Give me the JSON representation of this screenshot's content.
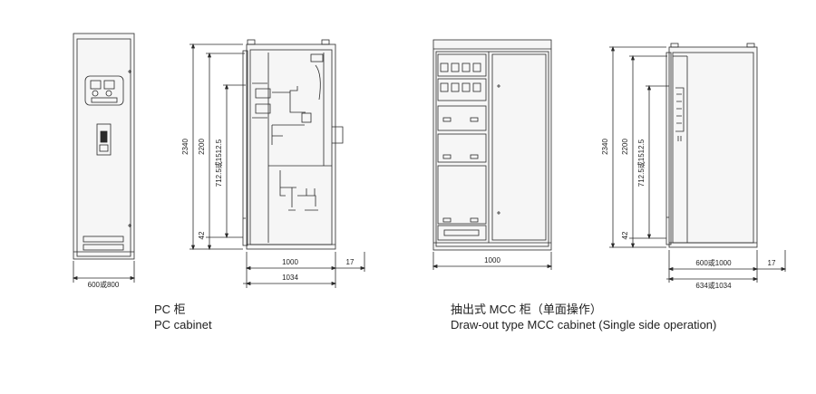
{
  "colors": {
    "line": "#2a2a2a",
    "panel": "#f4f4f4",
    "text": "#222222"
  },
  "pc": {
    "caption_cn": "PC 柜",
    "caption_en": "PC cabinet",
    "front_width": "600或800",
    "height_total": "2340",
    "height_frame": "2200",
    "height_inner": "712.5或1512.5",
    "height_base": "42",
    "depth_inner": "1000",
    "depth_offset": "17",
    "depth_total": "1034"
  },
  "mcc": {
    "caption_cn": "抽出式 MCC 柜（单面操作）",
    "caption_en": "Draw-out type MCC cabinet (Single side operation)",
    "front_width": "1000",
    "height_total": "2340",
    "height_frame": "2200",
    "height_inner": "712.5或1512.5",
    "height_base": "42",
    "depth_inner": "600或1000",
    "depth_offset": "17",
    "depth_total": "634或1034"
  }
}
